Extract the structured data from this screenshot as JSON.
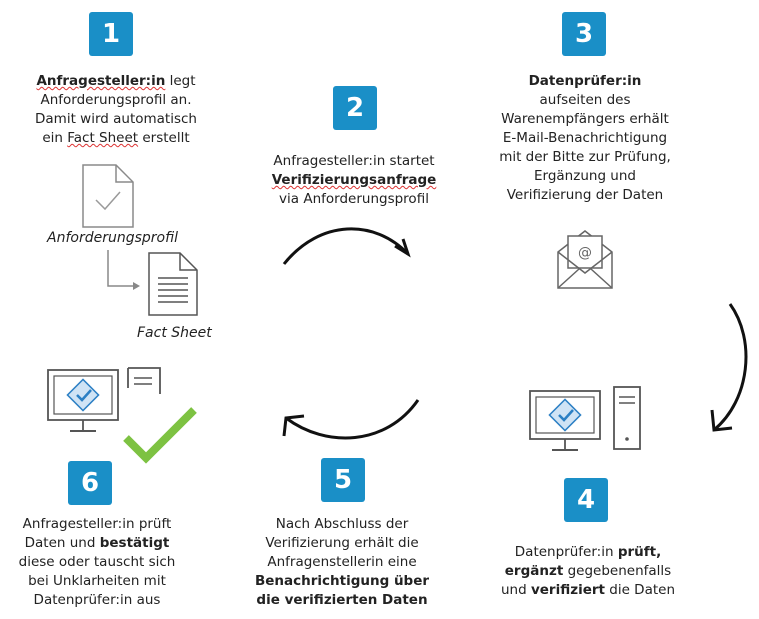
{
  "steps": [
    {
      "num": "1"
    },
    {
      "num": "2"
    },
    {
      "num": "3"
    },
    {
      "num": "4"
    },
    {
      "num": "5"
    },
    {
      "num": "6"
    }
  ],
  "step1": {
    "bold": "Anfragesteller:in",
    "t1": " legt",
    "t2": "Anforderungsprofil an.",
    "t3": "Damit wird automatisch",
    "t4a": "ein ",
    "t4b": "Fact Sheet",
    "t4c": " erstellt"
  },
  "step2": {
    "t1": "Anfragesteller:in startet",
    "bold": "Verifizierungsanfrage",
    "t3": "via Anforderungsprofil"
  },
  "step3": {
    "bold": "Datenprüfer:in",
    "t1": "aufseiten des",
    "t2": "Warenempfängers erhält",
    "t3": "E-Mail-Benachrichtigung",
    "t4": "mit der Bitte zur Prüfung,",
    "t5": "Ergänzung und",
    "t6": "Verifizierung der Daten"
  },
  "step4": {
    "t1a": "Datenprüfer:in ",
    "t1b": "prüft,",
    "t2a": "ergänzt",
    "t2b": " gegebenenfalls",
    "t3a": "und ",
    "t3b": "verifiziert",
    "t3c": " die Daten"
  },
  "step5": {
    "t1": "Nach Abschluss der",
    "t2": "Verifizierung erhält die",
    "t3": "Anfragenstellerin eine",
    "b1": "Benachrichtigung über",
    "b2": "die verifizierten Daten"
  },
  "step6": {
    "t1": "Anfragesteller:in prüft",
    "t2a": "Daten und ",
    "t2b": "bestätigt",
    "t3": "diese oder tauscht sich",
    "t4": "bei Unklarheiten mit",
    "t5": "Datenprüfer:in aus"
  },
  "captions": {
    "profile": "Anforderungsprofil",
    "factsheet": "Fact Sheet"
  },
  "colors": {
    "badge": "#1a8fc7",
    "check": "#7dc242",
    "logo": "#2b7fc4"
  }
}
